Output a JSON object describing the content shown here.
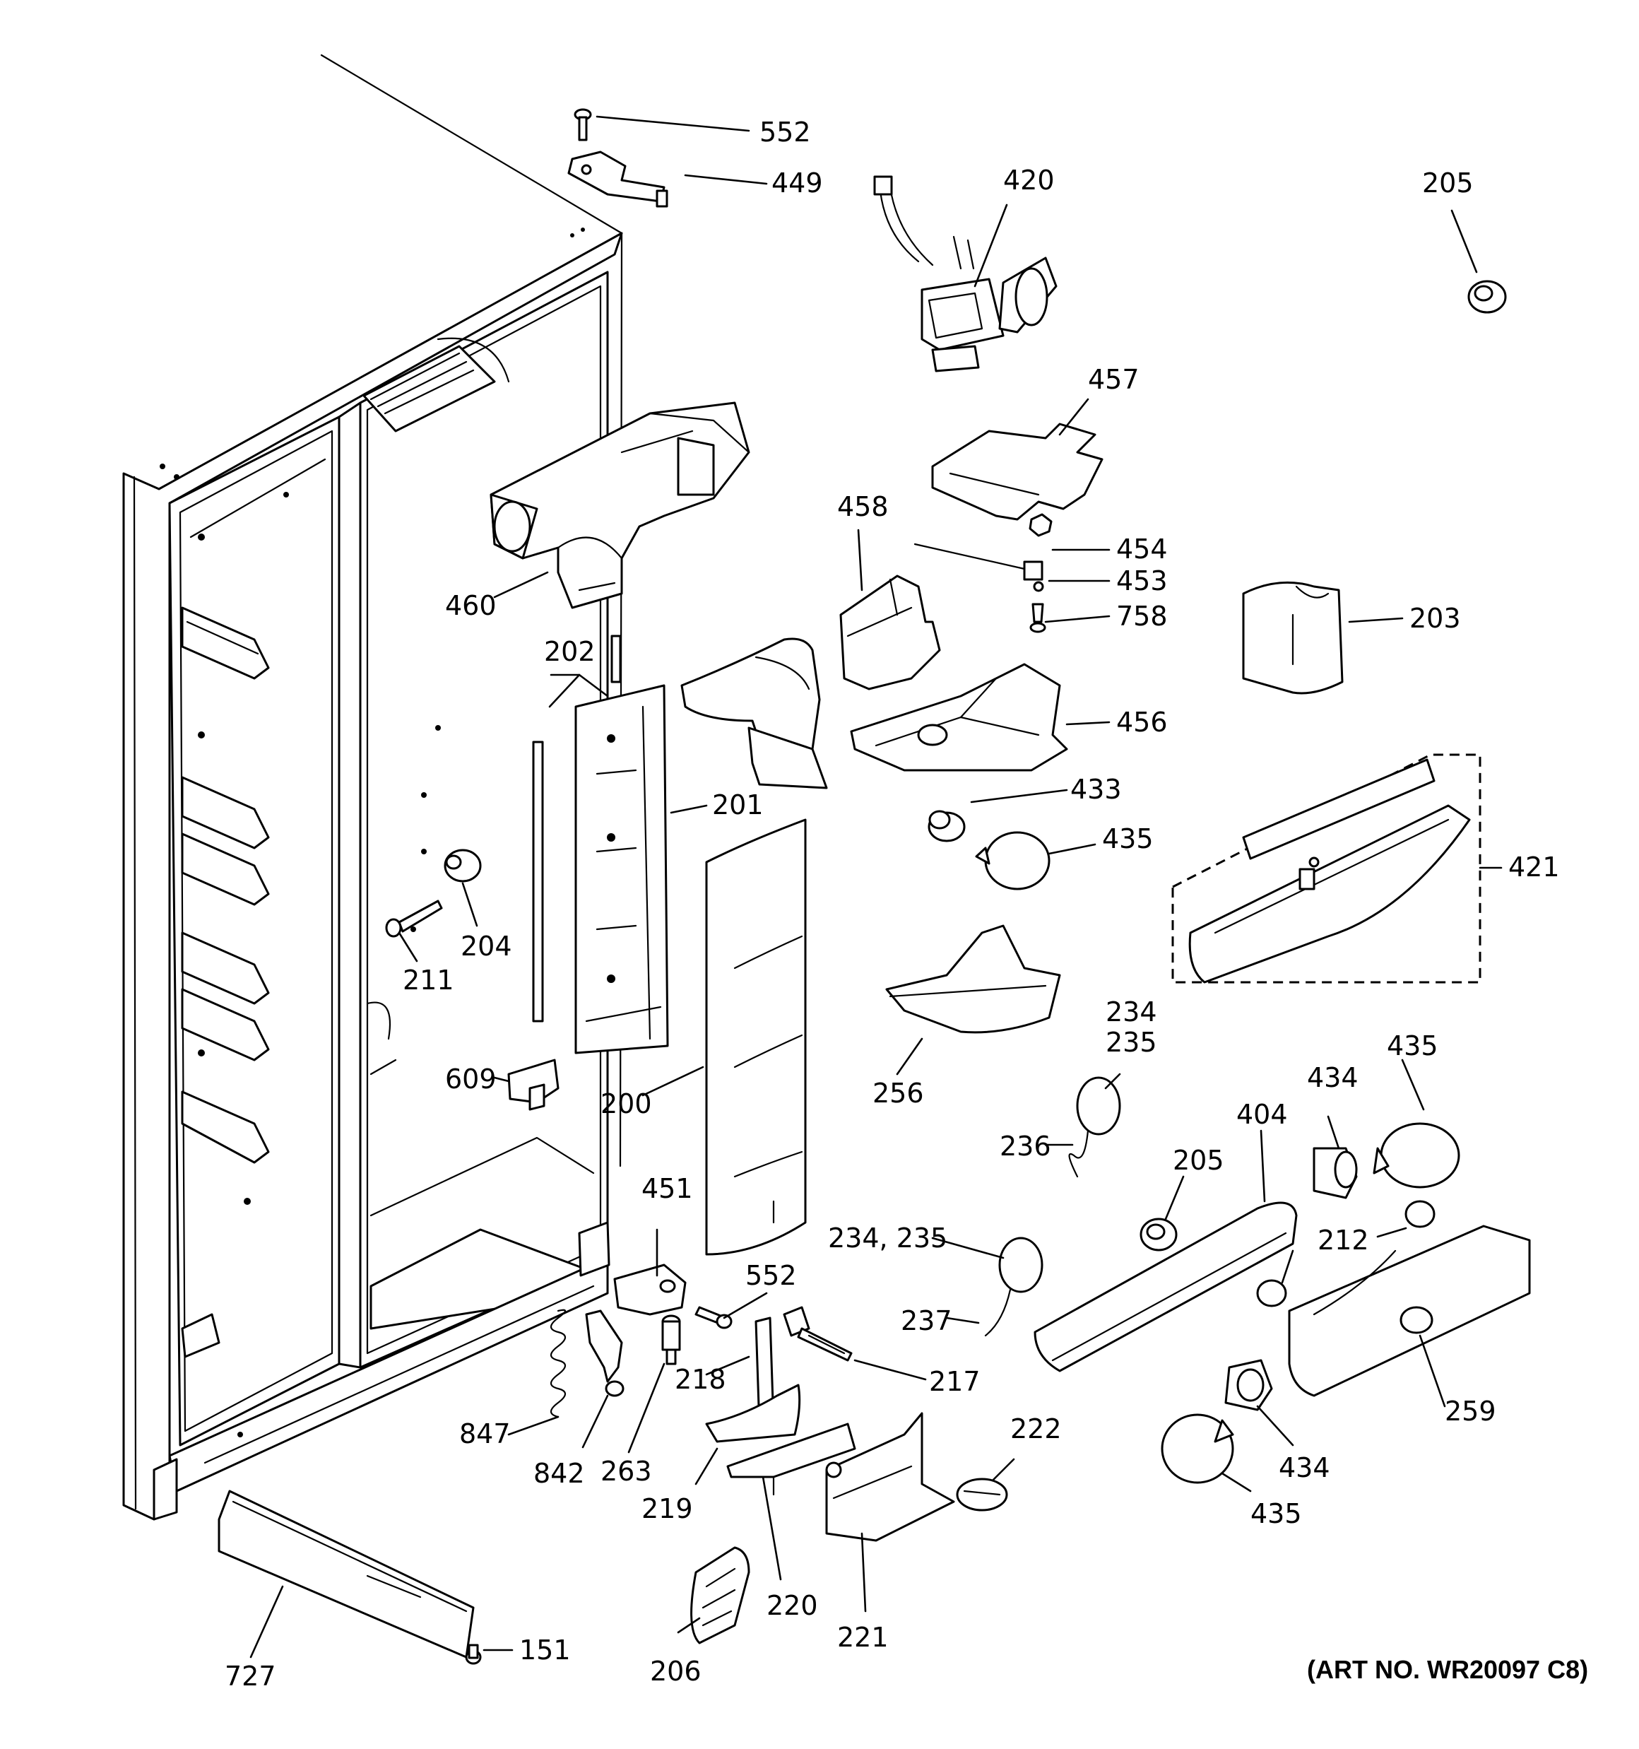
{
  "art_number": "(ART NO. WR20097 C8)",
  "callouts": [
    {
      "id": "c552a",
      "text": "552"
    },
    {
      "id": "c449",
      "text": "449"
    },
    {
      "id": "c420",
      "text": "420"
    },
    {
      "id": "c205a",
      "text": "205"
    },
    {
      "id": "c457",
      "text": "457"
    },
    {
      "id": "c460",
      "text": "460"
    },
    {
      "id": "c458",
      "text": "458"
    },
    {
      "id": "c454",
      "text": "454"
    },
    {
      "id": "c453",
      "text": "453"
    },
    {
      "id": "c758",
      "text": "758"
    },
    {
      "id": "c203",
      "text": "203"
    },
    {
      "id": "c202",
      "text": "202"
    },
    {
      "id": "c456",
      "text": "456"
    },
    {
      "id": "c201",
      "text": "201"
    },
    {
      "id": "c433",
      "text": "433"
    },
    {
      "id": "c435a",
      "text": "435"
    },
    {
      "id": "c421",
      "text": "421"
    },
    {
      "id": "c204",
      "text": "204"
    },
    {
      "id": "c211",
      "text": "211"
    },
    {
      "id": "c234a",
      "text": "234"
    },
    {
      "id": "c235a",
      "text": "235"
    },
    {
      "id": "c609",
      "text": "609"
    },
    {
      "id": "c200",
      "text": "200"
    },
    {
      "id": "c256",
      "text": "256"
    },
    {
      "id": "c435b",
      "text": "435"
    },
    {
      "id": "c434a",
      "text": "434"
    },
    {
      "id": "c404",
      "text": "404"
    },
    {
      "id": "c205b",
      "text": "205"
    },
    {
      "id": "c236",
      "text": "236"
    },
    {
      "id": "c451",
      "text": "451"
    },
    {
      "id": "c552b",
      "text": "552"
    },
    {
      "id": "c234b",
      "text": "234, 235"
    },
    {
      "id": "c212",
      "text": "212"
    },
    {
      "id": "c237",
      "text": "237"
    },
    {
      "id": "c218",
      "text": "218"
    },
    {
      "id": "c217",
      "text": "217"
    },
    {
      "id": "c259",
      "text": "259"
    },
    {
      "id": "c847",
      "text": "847"
    },
    {
      "id": "c842",
      "text": "842"
    },
    {
      "id": "c263",
      "text": "263"
    },
    {
      "id": "c222",
      "text": "222"
    },
    {
      "id": "c434b",
      "text": "434"
    },
    {
      "id": "c219",
      "text": "219"
    },
    {
      "id": "c435c",
      "text": "435"
    },
    {
      "id": "c220",
      "text": "220"
    },
    {
      "id": "c221",
      "text": "221"
    },
    {
      "id": "c727",
      "text": "727"
    },
    {
      "id": "c151",
      "text": "151"
    },
    {
      "id": "c206",
      "text": "206"
    }
  ]
}
